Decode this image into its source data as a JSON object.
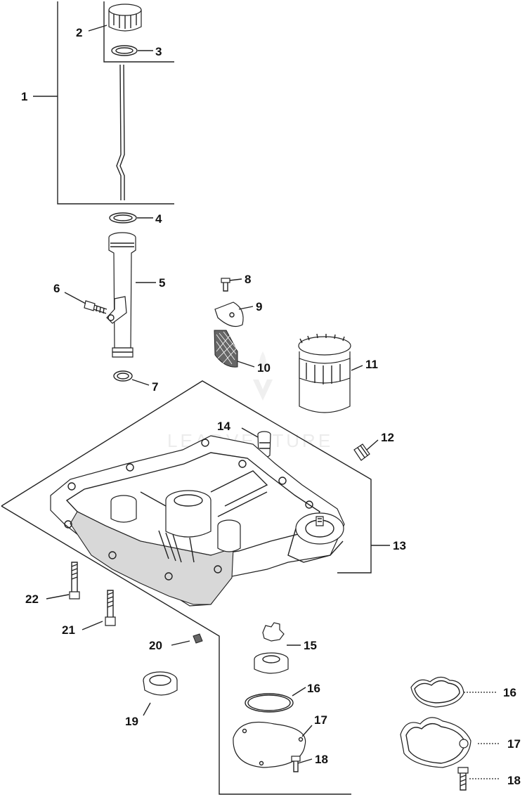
{
  "watermark": "LEADVENTURE",
  "parts": [
    {
      "id": "1",
      "label": "1"
    },
    {
      "id": "2",
      "label": "2"
    },
    {
      "id": "3",
      "label": "3"
    },
    {
      "id": "4",
      "label": "4"
    },
    {
      "id": "5",
      "label": "5"
    },
    {
      "id": "6",
      "label": "6"
    },
    {
      "id": "7",
      "label": "7"
    },
    {
      "id": "8",
      "label": "8"
    },
    {
      "id": "9",
      "label": "9"
    },
    {
      "id": "10",
      "label": "10"
    },
    {
      "id": "11",
      "label": "11"
    },
    {
      "id": "12",
      "label": "12"
    },
    {
      "id": "13",
      "label": "13"
    },
    {
      "id": "14",
      "label": "14"
    },
    {
      "id": "15",
      "label": "15"
    },
    {
      "id": "16a",
      "label": "16"
    },
    {
      "id": "17a",
      "label": "17"
    },
    {
      "id": "18a",
      "label": "18"
    },
    {
      "id": "19",
      "label": "19"
    },
    {
      "id": "20",
      "label": "20"
    },
    {
      "id": "21",
      "label": "21"
    },
    {
      "id": "22",
      "label": "22"
    },
    {
      "id": "16b",
      "label": "16"
    },
    {
      "id": "17b",
      "label": "17"
    },
    {
      "id": "18b",
      "label": "18"
    }
  ]
}
